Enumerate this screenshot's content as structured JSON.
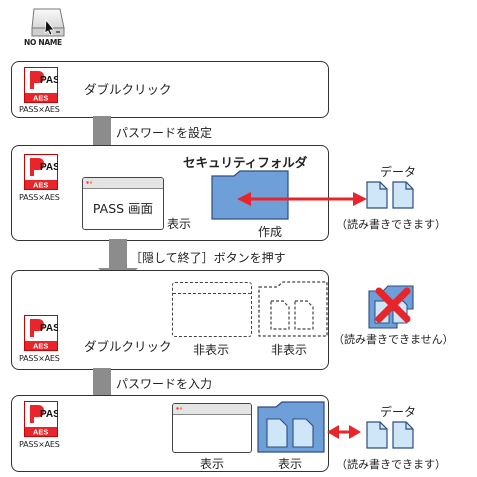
{
  "drive": {
    "label": "NO NAME"
  },
  "logo": {
    "top": "PASS",
    "bottom": "AES",
    "caption": "PASS×AES"
  },
  "step1": {
    "action": "ダブルクリック"
  },
  "arrow1": {
    "label": "パスワードを設定"
  },
  "step2": {
    "folder_title": "セキュリティフォルダ",
    "window_label": "PASS 画面",
    "window_caption": "表示",
    "folder_caption": "作成",
    "data_title": "データ",
    "data_caption": "（読み書きできます）"
  },
  "arrow2": {
    "label": "［隠して終了］ボタンを押す"
  },
  "step3": {
    "action": "ダブルクリック",
    "window_caption": "非表示",
    "folder_caption": "非表示",
    "data_caption": "（読み書きできません）"
  },
  "arrow3": {
    "label": "パスワードを入力"
  },
  "step4": {
    "window_caption": "表示",
    "folder_caption": "表示",
    "data_title": "データ",
    "data_caption": "（読み書きできます）"
  },
  "colors": {
    "accent_red": "#e8252a",
    "folder_blue": "#6f9fd8",
    "file_blue": "#cfe6f8",
    "flow_arrow": "#8c8c8c"
  },
  "icons": [
    "drive-icon",
    "pass-aes-logo",
    "window-icon",
    "folder-icon",
    "file-icon",
    "double-arrow-icon",
    "x-mark-icon",
    "down-arrow-icon"
  ]
}
